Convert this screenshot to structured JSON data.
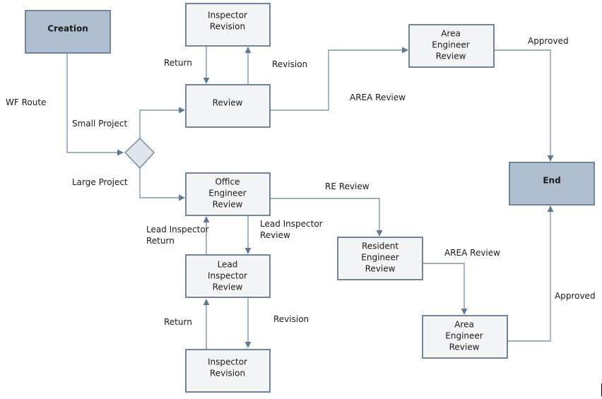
{
  "nodes": {
    "creation": {
      "lines": [
        "Creation"
      ]
    },
    "end": {
      "lines": [
        "End"
      ]
    },
    "inspector_revision_top": {
      "lines": [
        "Inspector",
        "Revision"
      ]
    },
    "review": {
      "lines": [
        "Review"
      ]
    },
    "area_engineer_review_top": {
      "lines": [
        "Area",
        "Engineer",
        "Review"
      ]
    },
    "office_engineer_review": {
      "lines": [
        "Office",
        "Engineer",
        "Review"
      ]
    },
    "resident_engineer_review": {
      "lines": [
        "Resident",
        "Engineer",
        "Review"
      ]
    },
    "lead_inspector_review": {
      "lines": [
        "Lead",
        "Inspector",
        "Review"
      ]
    },
    "inspector_revision_bottom": {
      "lines": [
        "Inspector",
        "Revision"
      ]
    },
    "area_engineer_review_bottom": {
      "lines": [
        "Area",
        "Engineer",
        "Review"
      ]
    }
  },
  "edge_labels": {
    "wf_route": "WF Route",
    "small_project": "Small Project",
    "large_project": "Large Project",
    "return_top": "Return",
    "revision_top": "Revision",
    "area_review_top": "AREA Review",
    "approved_top": "Approved",
    "re_review": "RE Review",
    "lead_inspector_review": [
      "Lead Inspector",
      "Review"
    ],
    "lead_inspector_return": [
      "Lead Inspector",
      "Return"
    ],
    "area_review_bottom": "AREA Review",
    "approved_bottom": "Approved",
    "return_bottom": "Return",
    "revision_bottom": "Revision"
  }
}
